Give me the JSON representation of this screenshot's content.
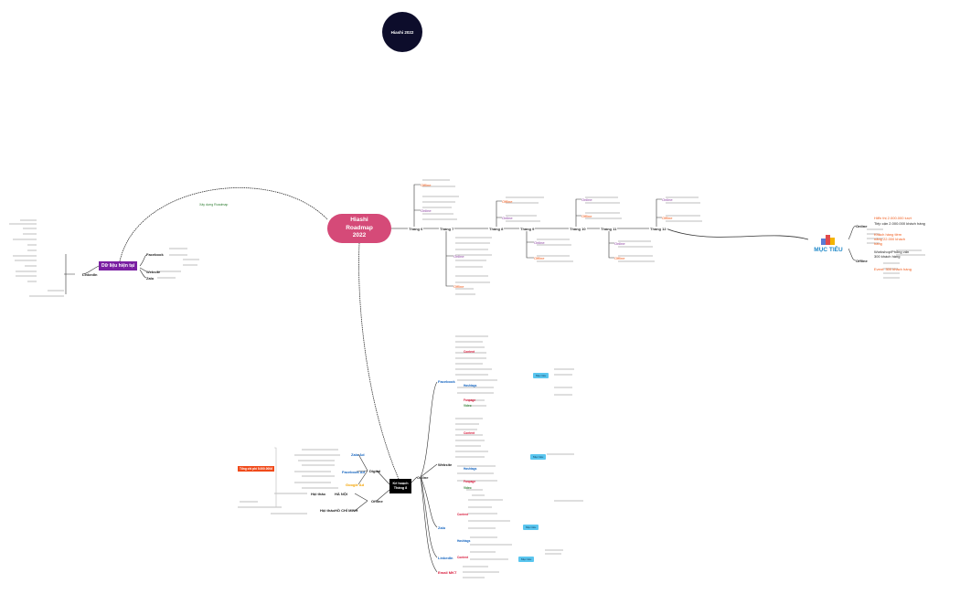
{
  "title_circle": "Hiashi 2022",
  "center": "Hiashi\nRoadmap\n2022",
  "link_label": "Xây dựng Roadmap",
  "current_data": {
    "title": "Dữ liệu hiện tại",
    "branches": [
      "Facebook",
      "Website",
      "Zalo",
      "LinkedIn"
    ]
  },
  "timeline": {
    "months": [
      "Tháng 6",
      "Tháng 7",
      "Tháng 8",
      "Tháng 9",
      "Tháng 10",
      "Tháng 11",
      "Tháng 12"
    ],
    "online": "Online",
    "offline": "Offline"
  },
  "goals": {
    "title": "MỤC TIÊU",
    "online": "Online",
    "offline": "Offline",
    "online_items": [
      "Hiển thị 2.000.000 lượt",
      "Tiếp cận 2.000.000 khách hàng",
      "Khách hàng tiềm năng 22.000 khách hàng"
    ],
    "offline_items": [
      "Workshop/Phỏng vấn 300 khách hàng",
      "Event: 300 khách hàng"
    ]
  },
  "plan": {
    "title": "Kế hoạch\nTháng 8",
    "online": "Online",
    "digital": "Digital",
    "offline": "Offline",
    "digital_items": [
      "Zalo Ad",
      "Facebook Ad",
      "Google Ad"
    ],
    "budget": "Tổng chi phí 5.000.000đ",
    "offline_items": [
      "Hội thảo",
      "HÀ NỘI",
      "Hội thảo",
      "HỒ CHÍ MINH"
    ],
    "online_items": [
      "Facebook",
      "Website",
      "Zalo",
      "LinkedIn",
      "Email MKT"
    ],
    "sub_labels": [
      "Content",
      "Hashtags",
      "Fanpage",
      "Video",
      "Hashtags",
      "Content",
      "Fanpage",
      "Video",
      "Content",
      "Hashtags",
      "Content"
    ],
    "tags": [
      "Mục tiêu",
      "Mục tiêu",
      "Mục tiêu",
      "Mục tiêu"
    ]
  }
}
